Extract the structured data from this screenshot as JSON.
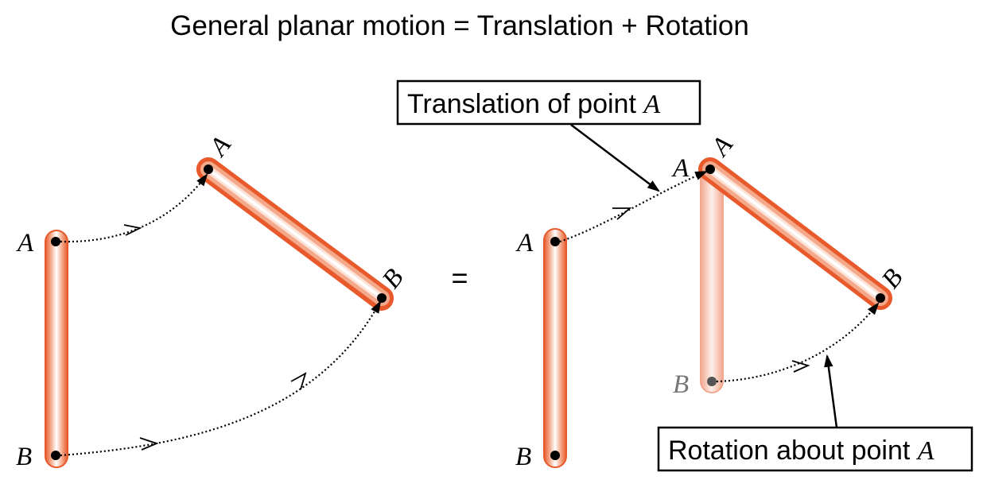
{
  "title": "General planar motion = Translation + Rotation",
  "equals_sign": "=",
  "left_panel": {
    "initial_label_a": "A",
    "initial_label_b": "B",
    "final_label_a": "A",
    "final_label_b": "B"
  },
  "right_panel": {
    "initial_label_a": "A",
    "initial_label_b": "B",
    "translated_label_a": "A",
    "translated_label_b": "B",
    "final_label_a": "A",
    "final_label_b": "B",
    "translation_callout": {
      "text": "Translation of point ",
      "point": "A"
    },
    "rotation_callout": {
      "text": "Rotation about point ",
      "point": "A"
    }
  },
  "colors": {
    "bar_edge": "#e85a2c",
    "bar_mid": "#f4a98a",
    "bar_center": "#ffffff",
    "ghost_edge": "#f2a890",
    "ghost_center": "#fdf0ea"
  }
}
